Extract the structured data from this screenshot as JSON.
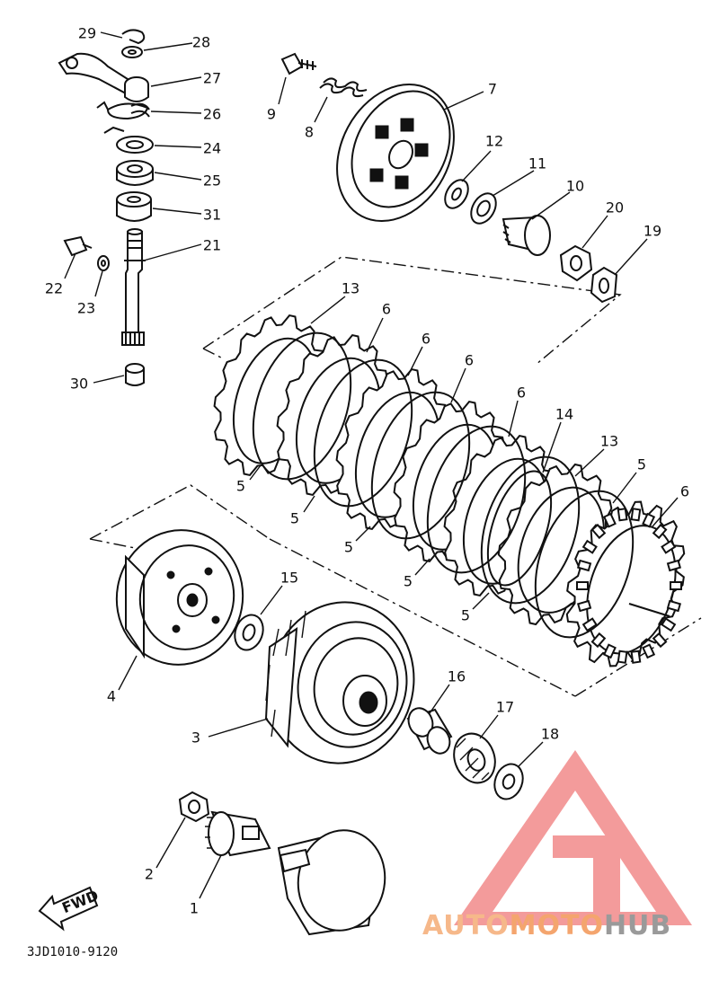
{
  "parts": [
    {
      "id": "29",
      "label": "29"
    },
    {
      "id": "28",
      "label": "28"
    },
    {
      "id": "27",
      "label": "27"
    },
    {
      "id": "26",
      "label": "26"
    },
    {
      "id": "24",
      "label": "24"
    },
    {
      "id": "25",
      "label": "25"
    },
    {
      "id": "31",
      "label": "31"
    },
    {
      "id": "21",
      "label": "21"
    },
    {
      "id": "22",
      "label": "22"
    },
    {
      "id": "23",
      "label": "23"
    },
    {
      "id": "30",
      "label": "30"
    },
    {
      "id": "9",
      "label": "9"
    },
    {
      "id": "8",
      "label": "8"
    },
    {
      "id": "7",
      "label": "7"
    },
    {
      "id": "12",
      "label": "12"
    },
    {
      "id": "11",
      "label": "11"
    },
    {
      "id": "10",
      "label": "10"
    },
    {
      "id": "20",
      "label": "20"
    },
    {
      "id": "19",
      "label": "19"
    },
    {
      "id": "13a",
      "label": "13"
    },
    {
      "id": "6a",
      "label": "6"
    },
    {
      "id": "6b",
      "label": "6"
    },
    {
      "id": "6c",
      "label": "6"
    },
    {
      "id": "6d",
      "label": "6"
    },
    {
      "id": "14",
      "label": "14"
    },
    {
      "id": "13b",
      "label": "13"
    },
    {
      "id": "5f",
      "label": "5"
    },
    {
      "id": "6e",
      "label": "6"
    },
    {
      "id": "5a",
      "label": "5"
    },
    {
      "id": "5b",
      "label": "5"
    },
    {
      "id": "5c",
      "label": "5"
    },
    {
      "id": "5d",
      "label": "5"
    },
    {
      "id": "5e",
      "label": "5"
    },
    {
      "id": "15",
      "label": "15"
    },
    {
      "id": "4",
      "label": "4"
    },
    {
      "id": "16",
      "label": "16"
    },
    {
      "id": "17",
      "label": "17"
    },
    {
      "id": "18",
      "label": "18"
    },
    {
      "id": "3",
      "label": "3"
    },
    {
      "id": "2",
      "label": "2"
    },
    {
      "id": "1",
      "label": "1"
    }
  ],
  "fwd_label": "FWD",
  "drawing_code": "3JD1010-9120",
  "watermark": {
    "part1": "AUTO",
    "part2": "MOTO",
    "part3": "HUB",
    "colors": {
      "auto": "#f6b88a",
      "moto": "#f4a56e",
      "hub": "#9a9a9a",
      "triangle": "#f18a8a"
    }
  }
}
